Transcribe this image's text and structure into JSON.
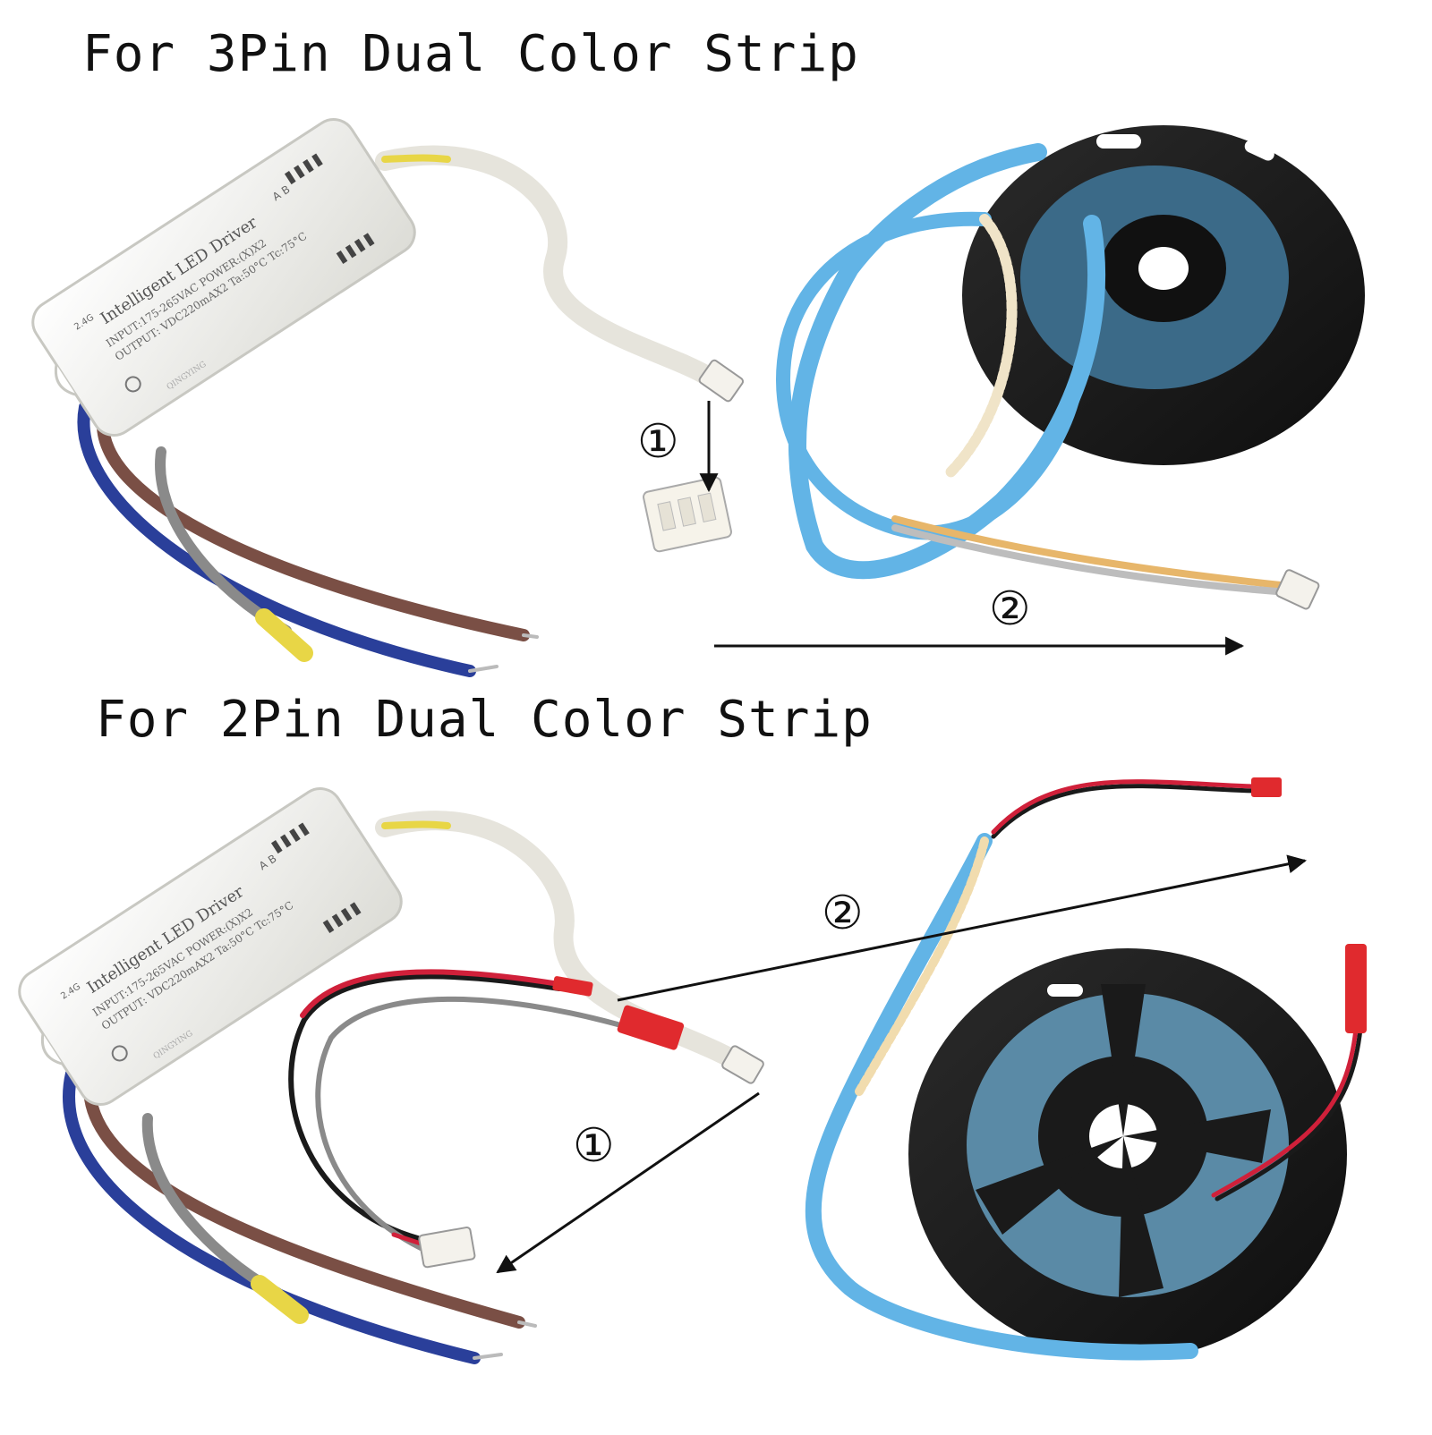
{
  "sections": [
    {
      "title": "For 3Pin Dual Color Strip",
      "step1": "①",
      "step2": "②"
    },
    {
      "title": "For 2Pin Dual Color Strip",
      "step1": "①",
      "step2": "②"
    }
  ],
  "driver_label": {
    "line1": "Intelligent LED Driver",
    "line2": "INPUT:175-265VAC POWER:(X)X2",
    "line3": "OUTPUT:  VDC220mAX2 Ta:50°C Tc:75°C",
    "brand": "QINGYING",
    "wireless": "2.4G",
    "ab": "A  B"
  },
  "colors": {
    "driver_body": "#f2f2ee",
    "wire_brown": "#7a4f45",
    "wire_blue": "#2a3f9a",
    "wire_gray": "#8a8a8a",
    "wire_yellow": "#e8d646",
    "wire_red": "#d0203a",
    "strip_blue": "#62b4e6",
    "strip_yellow": "#e7b66a",
    "reel_black": "#1c1c1c",
    "jst_red": "#e02a2e",
    "arrow": "#111111"
  }
}
